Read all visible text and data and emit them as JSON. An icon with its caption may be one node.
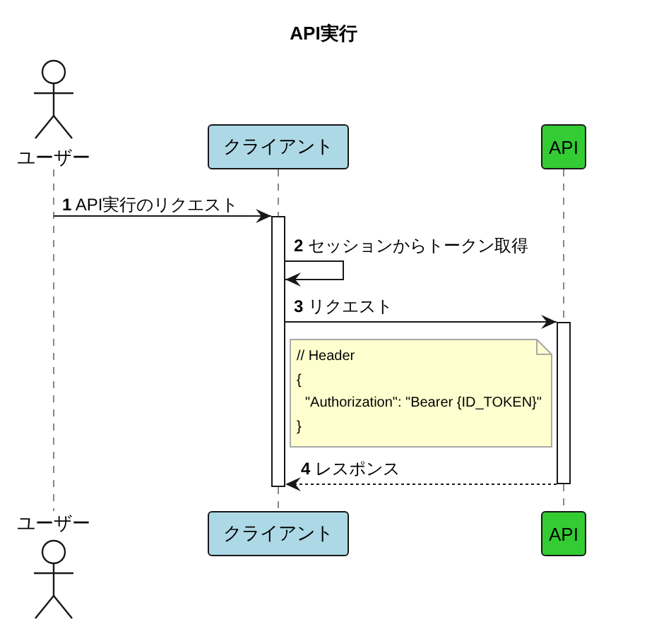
{
  "diagram": {
    "title": "API実行",
    "nodes": [
      {
        "text": [
          "ユーザー"
        ]
      },
      {
        "text": [
          "クライアント"
        ]
      },
      {
        "text": [
          "API"
        ]
      },
      {
        "text": [
          "ユーザー"
        ]
      },
      {
        "text": [
          "クライアント"
        ]
      },
      {
        "text": [
          "API"
        ]
      },
      {
        "text": [],
        "shape": "bar"
      },
      {
        "text": [],
        "shape": "bar"
      },
      {
        "text": [
          "// Header",
          "{",
          "\"Authorization\": \"Bearer {ID_TOKEN}\"",
          "}"
        ]
      }
    ],
    "edges": [
      {
        "from": 0,
        "to": 3,
        "arrow": "none",
        "style": "dashed",
        "color": "#888888"
      },
      {
        "from": 1,
        "to": 6,
        "arrow": "none",
        "style": "dashed",
        "color": "#888888"
      },
      {
        "from": 6,
        "to": 4,
        "arrow": "none",
        "style": "dashed",
        "color": "#888888"
      },
      {
        "from": 2,
        "to": 7,
        "arrow": "none",
        "style": "dashed",
        "color": "#888888"
      },
      {
        "from": 7,
        "to": 5,
        "arrow": "none",
        "style": "dashed",
        "color": "#888888"
      },
      {
        "from": null,
        "to": 6,
        "arrow": "to",
        "label": "**1** API実行のリクエスト",
        "color": "#181818"
      },
      {
        "from": 6,
        "to": 6,
        "arrow": "to",
        "label": "**2** セッションからトークン取得",
        "color": "#181818"
      },
      {
        "from": 6,
        "to": 7,
        "arrow": "to",
        "label": "**3** リクエスト",
        "color": "#181818"
      },
      {
        "from": 7,
        "to": 6,
        "arrow": "to",
        "style": "dashed",
        "label": "**4** レスポンス",
        "color": "#181818"
      }
    ]
  }
}
